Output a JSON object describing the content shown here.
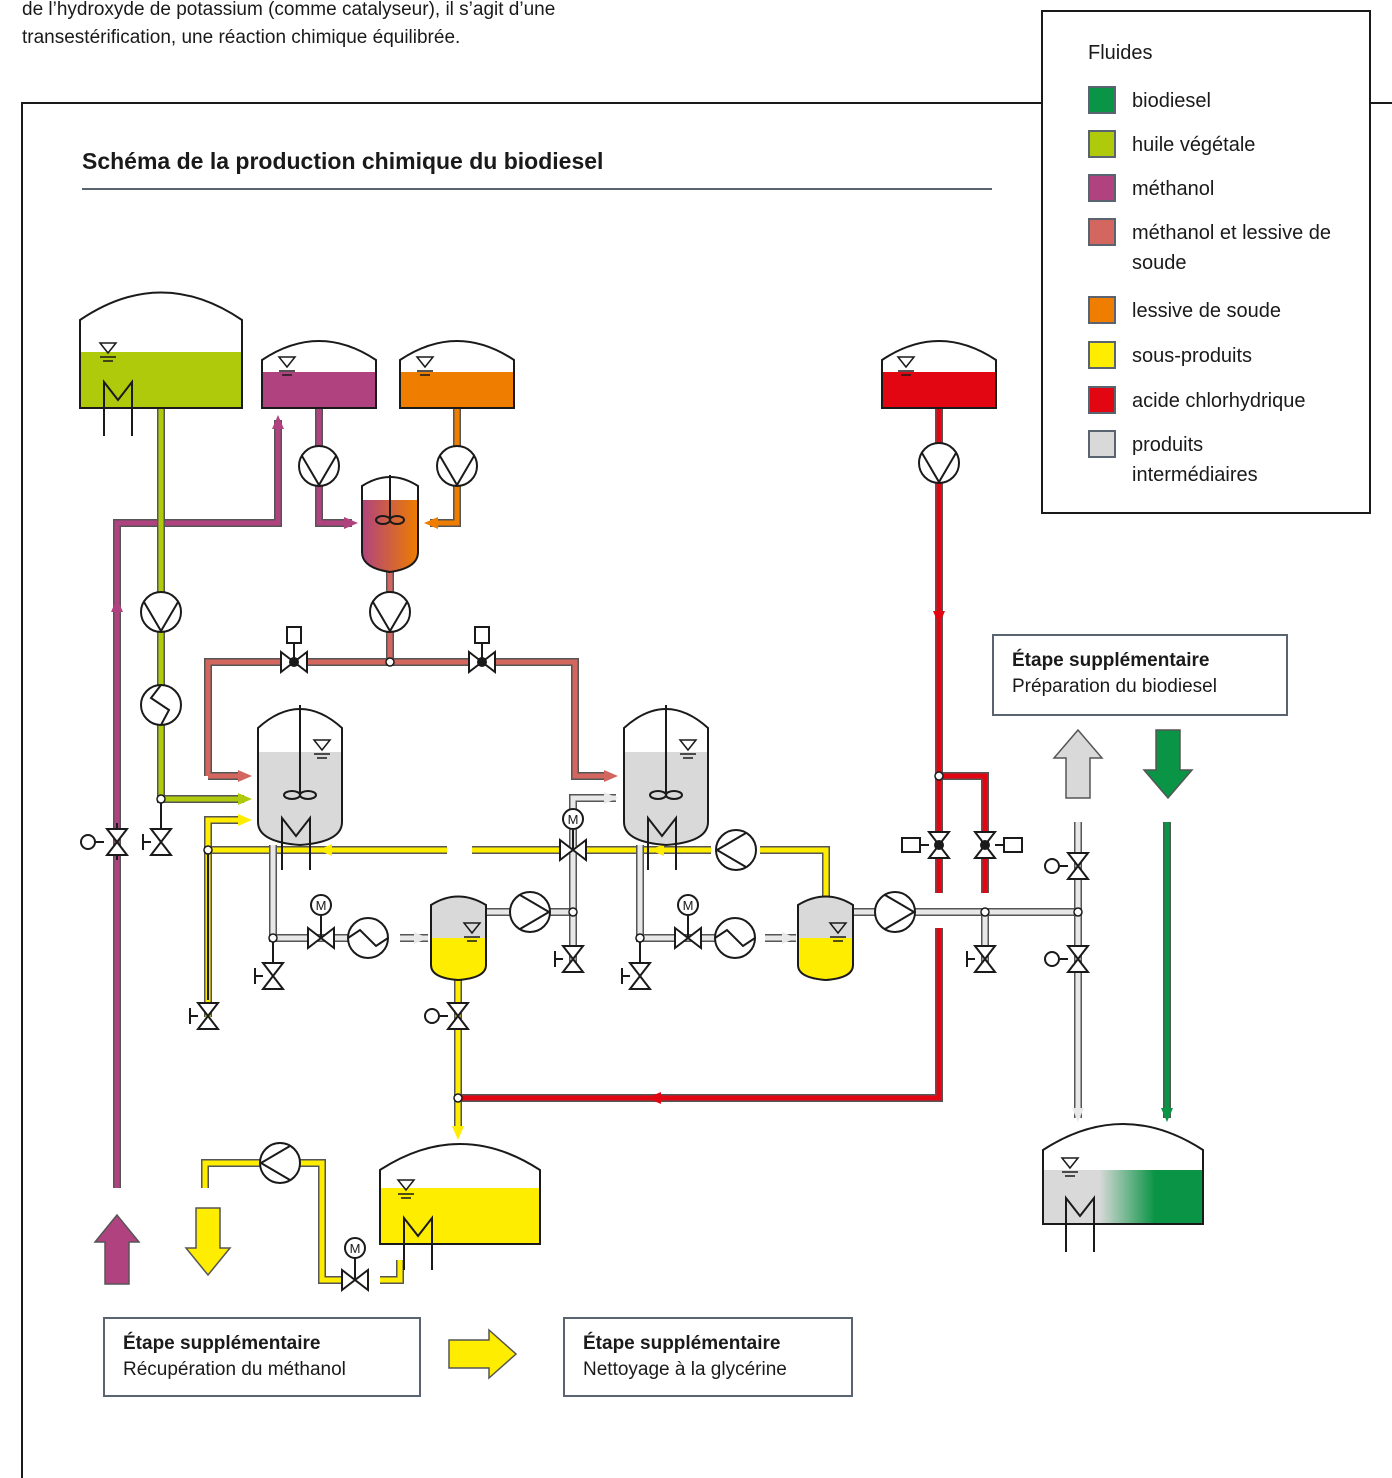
{
  "intro": {
    "line1": "de l’hydroxyde de potassium (comme catalyseur), il s’agit d’une",
    "line2": "transestérification, une réaction chimique équilibrée."
  },
  "diagram": {
    "title": "Schéma de la production chimique du biodiesel"
  },
  "legend": {
    "title": "Fluides",
    "items": [
      {
        "label": "biodiesel",
        "color": "#0a9445"
      },
      {
        "label": "huile végétale",
        "color": "#afca0b"
      },
      {
        "label": "méthanol",
        "color": "#b0437f"
      },
      {
        "label": "méthanol et lessive de soude",
        "color": "#d3665f"
      },
      {
        "label": "lessive de soude",
        "color": "#ee7d00"
      },
      {
        "label": "sous-produits",
        "color": "#ffed00"
      },
      {
        "label": "acide chlorhydrique",
        "color": "#e20613"
      },
      {
        "label": "produits intermédiaires",
        "color": "#d9d9d9"
      }
    ]
  },
  "steps": {
    "biodiesel_prep": {
      "title": "Étape supplémentaire",
      "sub": "Préparation du biodiesel"
    },
    "methanol_recovery": {
      "title": "Étape supplémentaire",
      "sub": "Récupération du méthanol"
    },
    "glycerin_cleaning": {
      "title": "Étape supplémentaire",
      "sub": "Nettoyage à la glycérine"
    }
  },
  "motor_label": "M"
}
